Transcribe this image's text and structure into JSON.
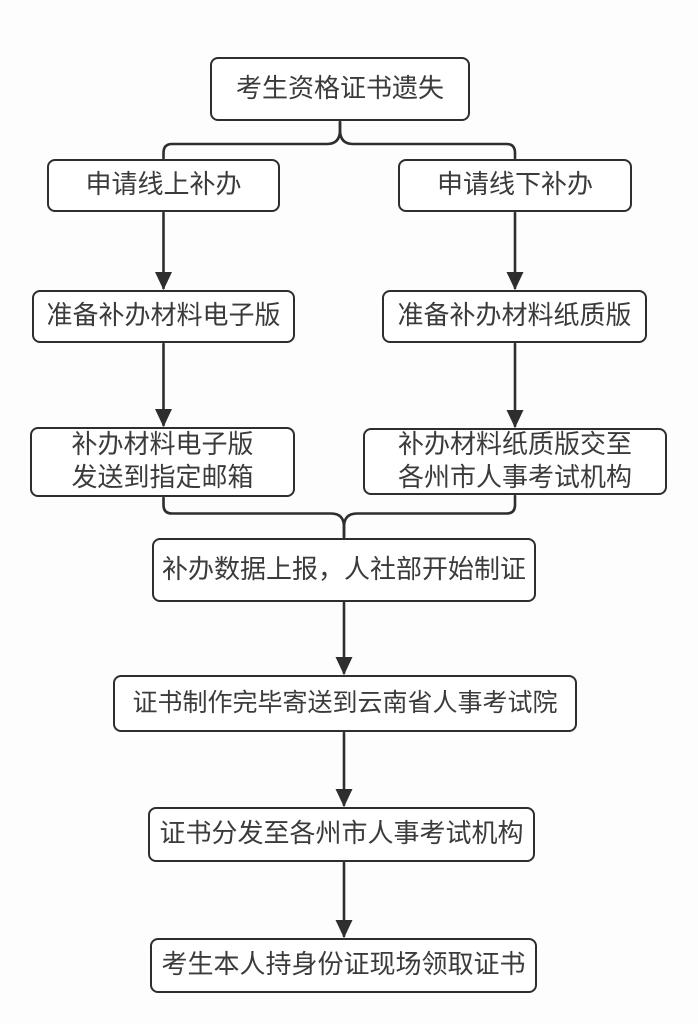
{
  "diagram": {
    "type": "flowchart",
    "colors": {
      "line": "#2e2e2e",
      "node_border": "#2e2e2e",
      "node_fill": "#ffffff",
      "text": "#3b3b3b",
      "background": "#fdfdfd"
    },
    "nodes": {
      "start": {
        "label": "考生资格证书遗失"
      },
      "apply_online": {
        "label": "申请线上补办"
      },
      "apply_offline": {
        "label": "申请线下补办"
      },
      "prepare_digital": {
        "label": "准备补办材料电子版"
      },
      "prepare_paper": {
        "label": "准备补办材料纸质版"
      },
      "send_digital": {
        "line1": "补办材料电子版",
        "line2": "发送到指定邮箱"
      },
      "submit_paper": {
        "line1": "补办材料纸质版交至",
        "line2": "各州市人事考试机构"
      },
      "report": {
        "label": "补办数据上报，人社部开始制证"
      },
      "cert_mailed": {
        "label": "证书制作完毕寄送到云南省人事考试院"
      },
      "cert_distributed": {
        "label": "证书分发至各州市人事考试机构"
      },
      "collect": {
        "label": "考生本人持身份证现场领取证书"
      }
    },
    "flow": [
      {
        "from": "start",
        "to": "apply_online",
        "style": "brace-split"
      },
      {
        "from": "start",
        "to": "apply_offline",
        "style": "brace-split"
      },
      {
        "from": "apply_online",
        "to": "prepare_digital",
        "style": "arrow"
      },
      {
        "from": "apply_offline",
        "to": "prepare_paper",
        "style": "arrow"
      },
      {
        "from": "prepare_digital",
        "to": "send_digital",
        "style": "arrow"
      },
      {
        "from": "prepare_paper",
        "to": "submit_paper",
        "style": "arrow"
      },
      {
        "from": "send_digital",
        "to": "report",
        "style": "brace-merge"
      },
      {
        "from": "submit_paper",
        "to": "report",
        "style": "brace-merge"
      },
      {
        "from": "report",
        "to": "cert_mailed",
        "style": "arrow"
      },
      {
        "from": "cert_mailed",
        "to": "cert_distributed",
        "style": "arrow"
      },
      {
        "from": "cert_distributed",
        "to": "collect",
        "style": "arrow"
      }
    ]
  }
}
